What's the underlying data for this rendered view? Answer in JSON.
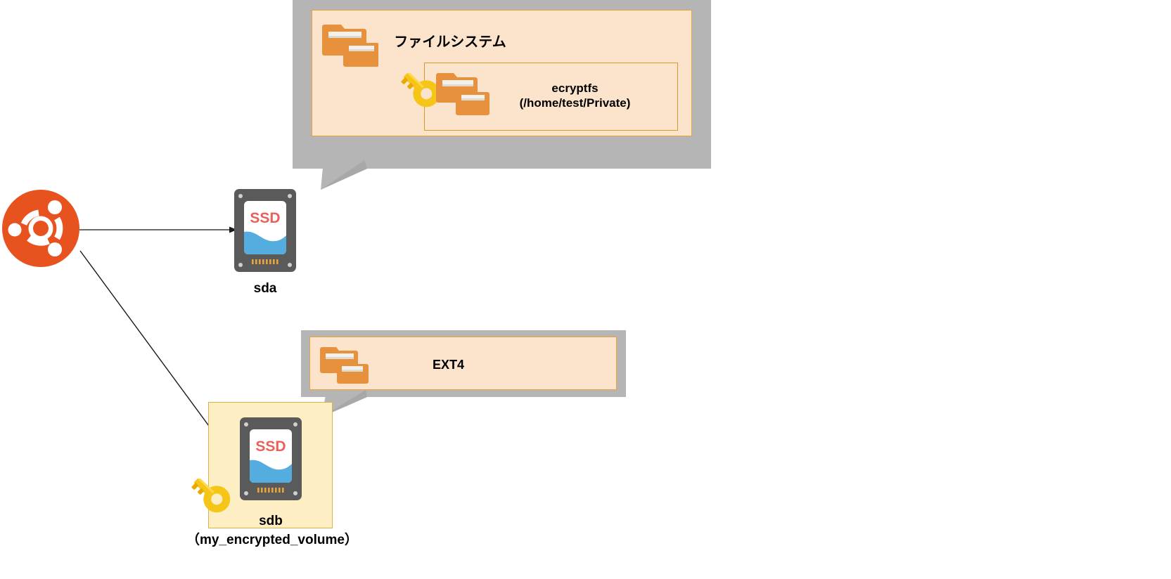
{
  "diagram": {
    "title_context": "Ubuntu storage / filesystem encryption layout",
    "colors": {
      "ubuntu_orange": "#E8521E",
      "callout_gray": "#B5B5B5",
      "panel_peach": "#FCE4CC",
      "panel_border": "#E8A33D",
      "folder_orange": "#E8913C",
      "folder_orange_dark": "#D9782B",
      "key_gold": "#F5C518",
      "key_gold_dark": "#E0A500",
      "ssd_body": "#5A5A5A",
      "ssd_label_white": "#FFFFFF",
      "ssd_text_red": "#E8615A",
      "ssd_wave_blue": "#54ADDE",
      "ssd_pin_orange": "#E8A33D",
      "volume_fill": "#FDEEC4",
      "volume_border": "#D6B24A",
      "arrow_black": "#1A1A1A"
    },
    "callouts": [
      {
        "id": "filesystem-callout",
        "title": "ファイルシステム",
        "icons": [
          "folder-stack-icon"
        ],
        "subpanel": {
          "id": "ecryptfs-panel",
          "label": "ecryptfs\n(/home/test/Private)",
          "icons": [
            "key-icon",
            "folder-stack-icon"
          ]
        }
      },
      {
        "id": "ext4-callout",
        "title": "EXT4",
        "icons": [
          "folder-stack-icon"
        ],
        "subpanel": null
      }
    ],
    "devices": [
      {
        "id": "device-sda",
        "icon": "ssd-icon",
        "icon_text": "SSD",
        "label": "sda",
        "sublabel": "",
        "encrypted": false
      },
      {
        "id": "device-sdb",
        "icon": "ssd-icon",
        "icon_text": "SSD",
        "label": "sdb",
        "sublabel": "（my_encrypted_volume）",
        "encrypted": true,
        "encryption_icon": "key-icon"
      }
    ],
    "source": {
      "id": "ubuntu-logo",
      "name": "ubuntu-logo-icon"
    },
    "arrows": [
      {
        "id": "arrow-to-sda",
        "from": "ubuntu-logo",
        "to": "device-sda"
      },
      {
        "id": "arrow-to-sdb",
        "from": "ubuntu-logo",
        "to": "device-sdb"
      }
    ]
  }
}
